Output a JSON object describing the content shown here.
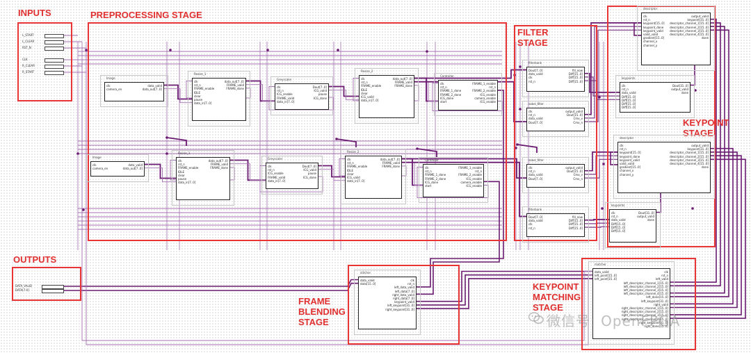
{
  "stages": {
    "inputs": "INPUTS",
    "preprocessing": "PREPROCESSING STAGE",
    "filter": "FILTER\nSTAGE",
    "keypoint": "KEYPOINT\nSTAGE",
    "outputs": "OUTPUTS",
    "frame_blending": "FRAME\nBLENDING\nSTAGE",
    "keypoint_matching": "KEYPOINT\nMATCHING\nSTAGE"
  },
  "inputs": [
    "L_START",
    "L_CLEAR",
    "RST_N",
    "CLK",
    "R_CLEAR",
    "R_START"
  ],
  "outputs": [
    "DATA_VALID",
    "DATA[7:0]"
  ],
  "blocks": [
    {
      "id": "b1",
      "title": "Image",
      "left": [
        "clk",
        "camera_en"
      ],
      "right": [
        "data_valid",
        "data_out[7..0]"
      ]
    },
    {
      "id": "b2",
      "title": "Resize_1",
      "left": [
        "clk",
        "rst_n",
        "FRAME_enable",
        "IDLE",
        "clear",
        "pause",
        "data_in[7..0]"
      ],
      "right": [
        "data_out[7..0]",
        "FRAME_valid",
        "FRAME_done"
      ]
    },
    {
      "id": "b3",
      "title": "Greyscaler",
      "left": [
        "clk",
        "rst_n",
        "ICG_enable",
        "FRAME_valid",
        "data_in[7..0]"
      ],
      "right": [
        "Dout[7..0]",
        "ICG_valid",
        "pause",
        "ICG_done"
      ]
    },
    {
      "id": "b4",
      "title": "Resize_2",
      "left": [
        "clk",
        "rst_n",
        "FRAME_enable",
        "IDLE",
        "clear",
        "ICG_valid",
        "data_in[7..0]"
      ],
      "right": [
        "data_out[7..0]",
        "FRAME_valid",
        "FRAME_done"
      ]
    },
    {
      "id": "b5",
      "title": "Controller",
      "left": [
        "clk",
        "rst_n",
        "FRAME_1_done",
        "FRAME_2_done",
        "ICG_done",
        "start"
      ],
      "right": [
        "FRAME_1_enable",
        "rst_n",
        "FRAME_2_enable",
        "ICG_enable",
        "camera_enable",
        "ICG_enable"
      ]
    },
    {
      "id": "b6",
      "title": "Image",
      "left": [
        "clk",
        "camera_en"
      ],
      "right": [
        "data_valid",
        "data_out[7..0]"
      ]
    },
    {
      "id": "b7",
      "title": "Resize_1",
      "left": [
        "clk",
        "rst_n",
        "FRAME_enable",
        "IDLE",
        "clear",
        "pause",
        "data_in[7..0]"
      ],
      "right": [
        "data_out[7..0]",
        "FRAME_valid",
        "FRAME_done"
      ]
    },
    {
      "id": "b8",
      "title": "Greyscaler",
      "left": [
        "clk",
        "rst_n",
        "ICG_enable",
        "FRAME_valid",
        "data_in[7..0]"
      ],
      "right": [
        "Dout[7..0]",
        "ICG_valid",
        "pause",
        "ICG_done"
      ]
    },
    {
      "id": "b9",
      "title": "Resize_2",
      "left": [
        "clk",
        "rst_n",
        "FRAME_enable",
        "IDLE",
        "clear",
        "ICG_valid",
        "data_in[7..0]"
      ],
      "right": [
        "data_out[7..0]",
        "FRAME_valid",
        "FRAME_done"
      ]
    },
    {
      "id": "b10",
      "title": "Controller",
      "left": [
        "clk",
        "rst_n",
        "FRAME_1_done",
        "FRAME_2_done",
        "ICG_done",
        "start"
      ],
      "right": [
        "FRAME_1_enable",
        "rst_n",
        "FRAME_2_enable",
        "ICG_enable",
        "camera_enable",
        "ICG_enable"
      ]
    },
    {
      "id": "b11",
      "title": "filterbank",
      "left": [
        "Dout[7..0]",
        "data_valid",
        "clk",
        "rst_n"
      ],
      "right": [
        "fill_now",
        "Diff[15..0]",
        "Diff[15..0]",
        "Diff[15..0]"
      ]
    },
    {
      "id": "b12",
      "title": "sobel_filter",
      "left": [
        "clk",
        "rst_n",
        "data_valid",
        "Dout[7..0]"
      ],
      "right": [
        "output_valid",
        "Dout[15..0]",
        "Cmx_v",
        "Cmx_n"
      ]
    },
    {
      "id": "b13",
      "title": "sobel_filter",
      "left": [
        "clk",
        "rst_n",
        "data_valid",
        "Dout[7..0]"
      ],
      "right": [
        "output_valid",
        "Dout[15..0]",
        "Cmx_v",
        "Cmx_n"
      ]
    },
    {
      "id": "b14",
      "title": "filterbank",
      "left": [
        "Dout[7..0]",
        "data_valid",
        "clk",
        "rst_n"
      ],
      "right": [
        "fill_now",
        "Diff[15..0]",
        "Diff[15..0]",
        "Diff[15..0]"
      ]
    },
    {
      "id": "b15",
      "title": "descriptor",
      "left": [
        "clk",
        "rst_n",
        "keypoint[15..0]",
        "keypoint_done",
        "keypoint_valid",
        "valid_valid",
        "gradient[15..0]",
        "channel_x",
        "channel_y"
      ],
      "right": [
        "output_valid",
        "keypoint[31..0]",
        "descriptor_channel_1[15..0]",
        "descriptor_channel_2[15..0]",
        "descriptor_channel_3[15..0]",
        "descriptor_channel_4[15..0]",
        "done"
      ]
    },
    {
      "id": "b16",
      "title": "keypoints",
      "left": [
        "clk",
        "rst_n",
        "data_valid",
        "Diff[15..0]",
        "Diff[15..0]",
        "Diff[15..0]",
        "Diff[15..0]"
      ],
      "right": [
        "Dout[31..0]",
        "output_valid",
        "done"
      ]
    },
    {
      "id": "b17",
      "title": "descriptor",
      "left": [
        "clk",
        "rst_n",
        "keypoint[15..0]",
        "keypoint_done",
        "keypoint_valid",
        "valid_valid",
        "gradient[15..0]",
        "channel_x",
        "channel_y"
      ],
      "right": [
        "output_valid",
        "keypoint[31..0]",
        "descriptor_channel_1[15..0]",
        "descriptor_channel_2[15..0]",
        "descriptor_channel_3[15..0]",
        "descriptor_channel_4[15..0]",
        "done"
      ]
    },
    {
      "id": "b18",
      "title": "keypoints",
      "left": [
        "clk",
        "rst_n",
        "data_valid",
        "Diff[15..0]",
        "Diff[15..0]",
        "Diff[15..0]"
      ],
      "right": [
        "Dout[31..0]",
        "output_valid",
        "done"
      ]
    },
    {
      "id": "b19",
      "title": "stitcher",
      "left": [
        "data_valid",
        "data[15..0]"
      ],
      "right": [
        "clk",
        "rst_n",
        "left_data_valid",
        "left_data[7..0]",
        "right_data_valid",
        "right_data[7..0]",
        "keypoint_valid",
        "left_keypoint[31..0]",
        "right_keypoint[31..0]"
      ]
    },
    {
      "id": "b20",
      "title": "matcher",
      "left": [
        "data_valid",
        "left_point[15..0]",
        "left_point[15..0]"
      ],
      "right": [
        "clk",
        "rst_n",
        "left_valid",
        "left_descriptor_channel_1[15..0]",
        "left_descriptor_channel_2[15..0]",
        "left_descriptor_channel_3[15..0]",
        "left_descriptor_channel_4[15..0]",
        "left_done[15..0]",
        "left_keypoint[31..0]",
        "right_valid",
        "right_descriptor_channel_1[15..0]",
        "right_descriptor_channel_2[15..0]",
        "right_descriptor_channel_3[15..0]",
        "right_descriptor_channel_4[15..0]",
        "right_keypoint[31..0]",
        "right_done[15..0]"
      ]
    }
  ],
  "watermark": "微信号: OpenFPGA"
}
